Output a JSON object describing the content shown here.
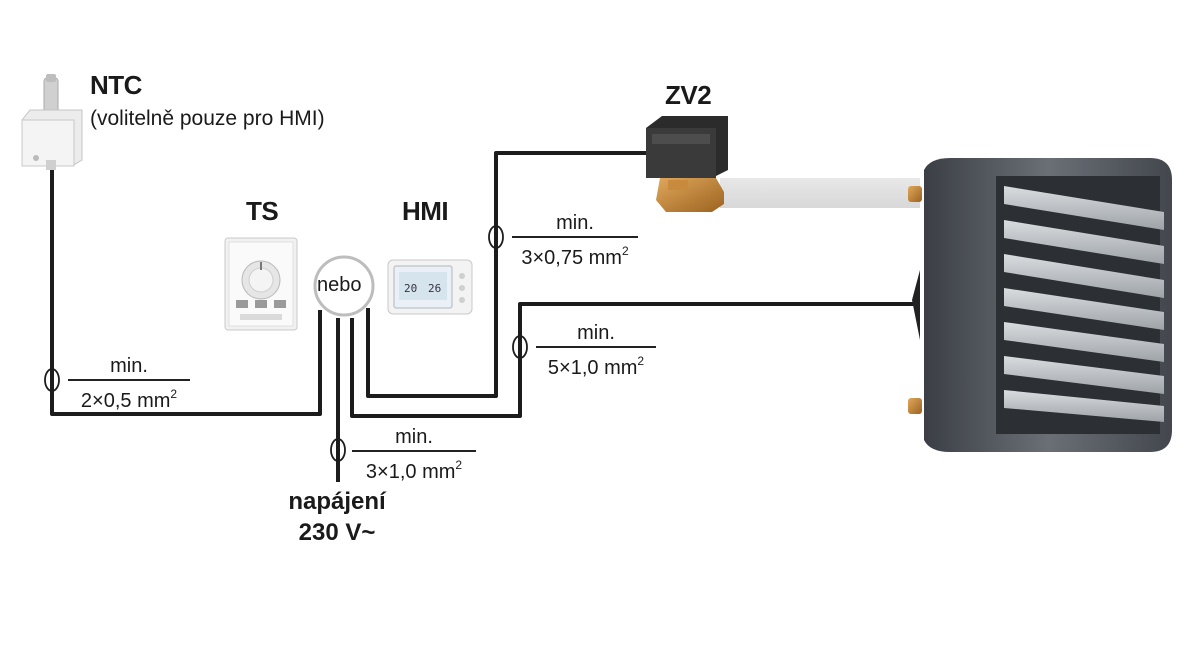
{
  "labels": {
    "ntc": "NTC",
    "ntc_note": "(volitelně pouze pro HMI)",
    "ts": "TS",
    "hmi": "HMI",
    "zv2": "ZV2",
    "nebo": "nebo",
    "power_line1": "napájení",
    "power_line2": "230 V~"
  },
  "cables": {
    "zv2_cable": {
      "top": "min.",
      "bottom": "3×0,75 mm",
      "sup": "2"
    },
    "heater_cable": {
      "top": "min.",
      "bottom": "5×1,0 mm",
      "sup": "2"
    },
    "ntc_cable": {
      "top": "min.",
      "bottom": "2×0,5 mm",
      "sup": "2"
    },
    "power_cable": {
      "top": "min.",
      "bottom": "3×1,0 mm",
      "sup": "2"
    }
  },
  "hmi_display": {
    "left": "20",
    "right": "26"
  }
}
